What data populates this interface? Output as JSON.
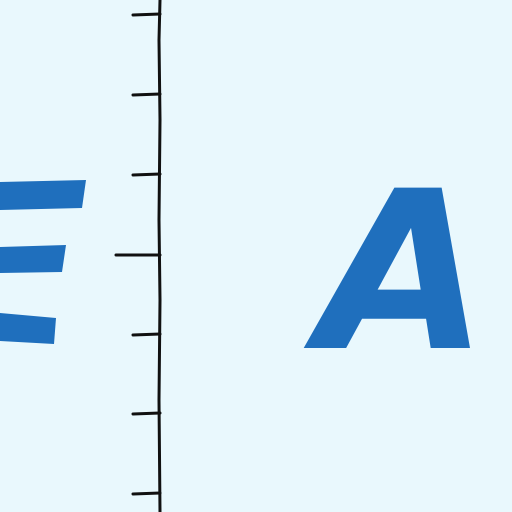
{
  "colors": {
    "background": "#e9f8fd",
    "ink": "#1f6fbd",
    "rule": "#111111"
  },
  "glyphs": {
    "left_letter": "E",
    "right_letter": "A"
  },
  "ruler": {
    "minor_ticks": 6,
    "major_ticks": 1
  }
}
